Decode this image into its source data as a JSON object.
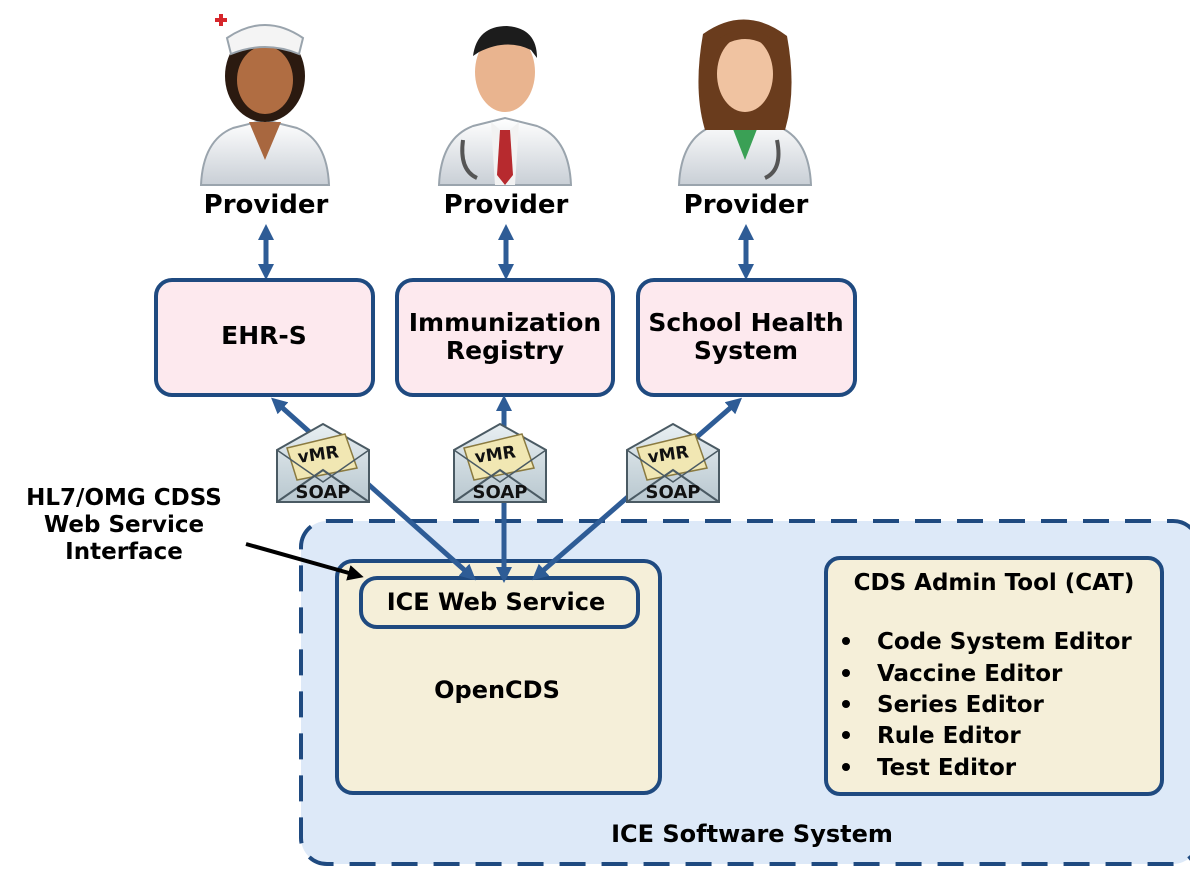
{
  "providers": [
    {
      "label": "Provider",
      "avatar": "nurse-avatar"
    },
    {
      "label": "Provider",
      "avatar": "male-doctor-avatar"
    },
    {
      "label": "Provider",
      "avatar": "female-doctor-avatar"
    }
  ],
  "systems": [
    {
      "lines": [
        "EHR-S"
      ]
    },
    {
      "lines": [
        "Immunization",
        "Registry"
      ]
    },
    {
      "lines": [
        "School Health",
        "System"
      ]
    }
  ],
  "envelopes": [
    {
      "top": "vMR",
      "bottom": "SOAP"
    },
    {
      "top": "vMR",
      "bottom": "SOAP"
    },
    {
      "top": "vMR",
      "bottom": "SOAP"
    }
  ],
  "interface_label": [
    "HL7/OMG CDSS",
    "Web Service",
    "Interface"
  ],
  "ice_system": {
    "label": "ICE Software System",
    "opencds": "OpenCDS",
    "web_service": "ICE Web Service",
    "admin_tool": {
      "title": "CDS Admin Tool (CAT)",
      "items": [
        "Code System Editor",
        "Vaccine Editor",
        "Series Editor",
        "Rule Editor",
        "Test Editor"
      ]
    }
  },
  "colors": {
    "arrow": "#2e5c96",
    "box_border": "#1f4a80",
    "system_fill": "#fde9ee",
    "ice_fill": "#dde9f8",
    "component_fill": "#f5efd9"
  }
}
